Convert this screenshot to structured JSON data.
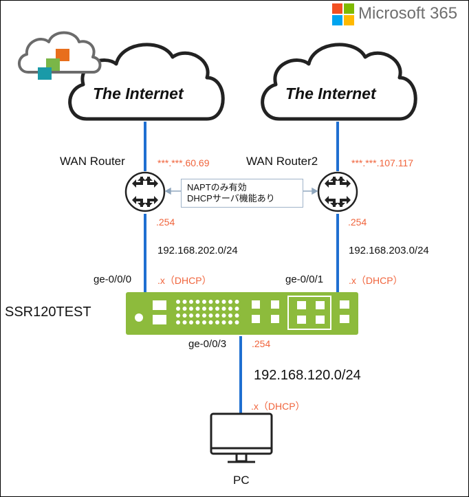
{
  "brand": {
    "name": "Microsoft 365",
    "logo_colors": [
      "#f25022",
      "#7fba00",
      "#00a4ef",
      "#ffb900"
    ]
  },
  "clouds": [
    {
      "label": "The Internet"
    },
    {
      "label": "The Internet"
    }
  ],
  "routers": [
    {
      "name": "WAN Router",
      "wan_ip": "***.***.60.69",
      "lan_ip": ".254",
      "subnet": "192.168.202.0/24"
    },
    {
      "name": "WAN Router2",
      "wan_ip": "***.***.107.117",
      "lan_ip": ".254",
      "subnet": "192.168.203.0/24"
    }
  ],
  "callout": {
    "line1": "NAPTのみ有効",
    "line2": "DHCPサーバ機能あり"
  },
  "ssr": {
    "hostname": "SSR120TEST",
    "ports": [
      {
        "name": "ge-0/0/0",
        "addr": ".x（DHCP）"
      },
      {
        "name": "ge-0/0/1",
        "addr": ".x（DHCP）"
      },
      {
        "name": "ge-0/0/3",
        "addr": ".254"
      }
    ],
    "body_color": "#8dbb3c"
  },
  "lan": {
    "subnet": "192.168.120.0/24",
    "pc_addr": ".x（DHCP）",
    "pc_label": "PC"
  },
  "colors": {
    "link": "#1f6fd1",
    "ip_accent": "#f0643c"
  }
}
